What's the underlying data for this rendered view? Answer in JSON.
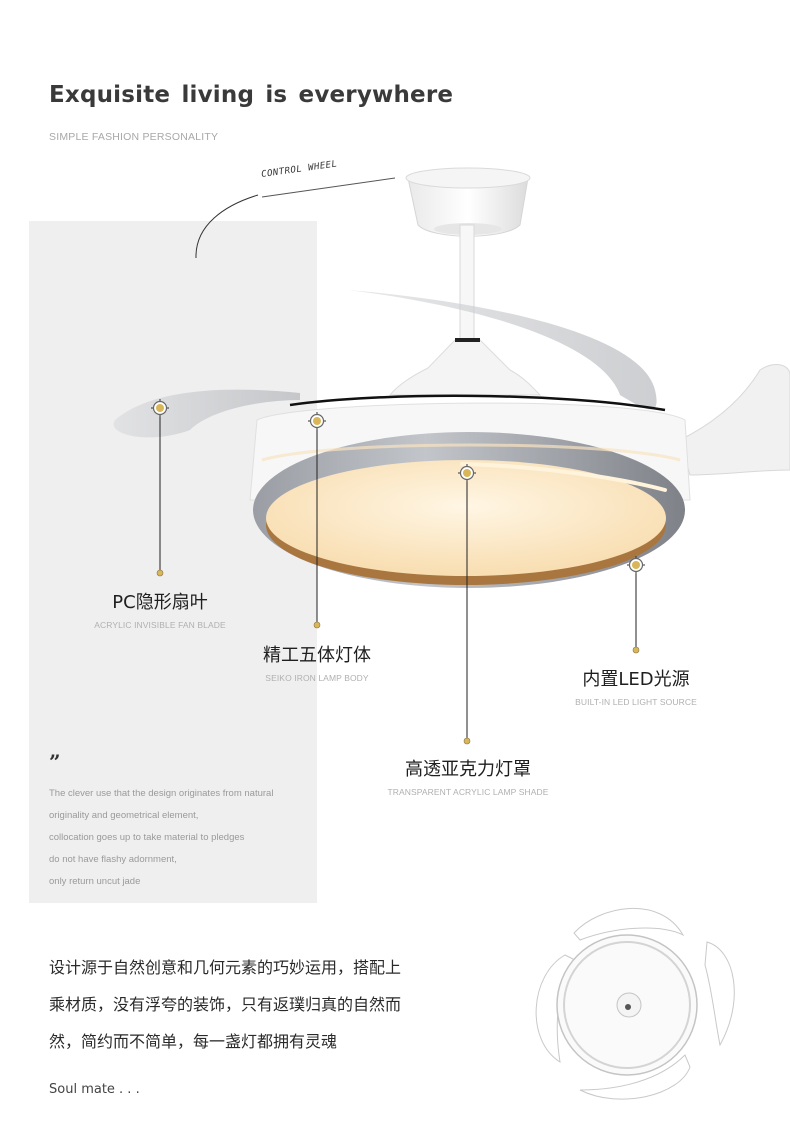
{
  "header": {
    "title": "Exquisite living is everywhere",
    "subtitle": "SIMPLE FASHION PERSONALITY"
  },
  "annotations": {
    "control_wheel": "CONTROL WHEEL",
    "callouts": [
      {
        "cn": "PC隐形扇叶",
        "en": "ACRYLIC INVISIBLE FAN BLADE"
      },
      {
        "cn": "精工五体灯体",
        "en": "SEIKO IRON LAMP BODY"
      },
      {
        "cn": "内置LED光源",
        "en": "BUILT-IN LED LIGHT SOURCE"
      },
      {
        "cn": "高透亚克力灯罩",
        "en": "TRANSPARENT ACRYLIC LAMP SHADE"
      }
    ]
  },
  "quote": {
    "mark": "”",
    "lines": [
      "The clever use that the design originates from natural",
      "originality and geometrical element,",
      "collocation goes up to take material to pledges",
      "do not have flashy adornment,",
      "only return uncut jade"
    ]
  },
  "description_cn": {
    "lines": [
      "设计源于自然创意和几何元素的巧妙运用，搭配上",
      "乘材质，没有浮夸的装饰，只有返璞归真的自然而",
      "然，简约而不简单，每一盏灯都拥有灵魂"
    ]
  },
  "footer": {
    "tagline": "Soul mate  . . ."
  },
  "colors": {
    "panel_bg": "#efefef",
    "accent_dot": "#d9b65a",
    "title": "#3a3a3a",
    "muted_text": "#a8a8a8",
    "ring_grey": "#8c9096",
    "light_warm": "#fbe9c8"
  }
}
